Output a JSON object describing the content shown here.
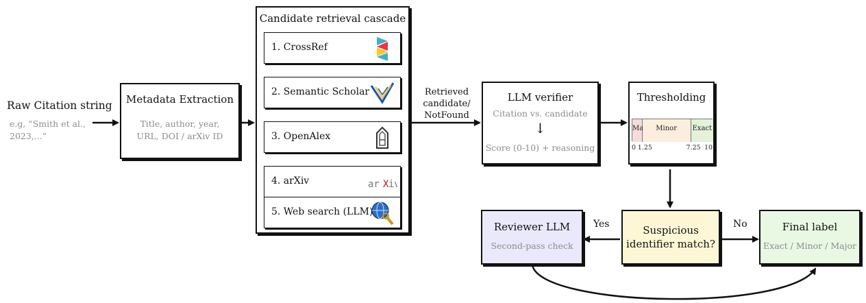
{
  "input": {
    "label": "Raw Citation string",
    "example": "e.g, “Smith et al., 2023,...”"
  },
  "extraction": {
    "title": "Metadata Extraction",
    "detail": "Title, author, year, URL, DOI / arXiv ID"
  },
  "cascade": {
    "title": "Candidate retrieval cascade",
    "items": [
      {
        "label": "1. CrossRef",
        "icon": "crossref-icon"
      },
      {
        "label": "2. Semantic Scholar",
        "icon": "semantic-scholar-icon"
      },
      {
        "label": "3. OpenAlex",
        "icon": "openalex-icon"
      },
      {
        "label": "4. arXiv",
        "icon": "arxiv-icon"
      },
      {
        "label": "5. Web search (LLM)",
        "icon": "web-search-icon"
      }
    ]
  },
  "edge_retrieved": {
    "line1": "Retrieved",
    "line2": "candidate/",
    "line3": "NotFound"
  },
  "verifier": {
    "title": "LLM verifier",
    "line1": "Citation vs. candidate",
    "arrow": "↓",
    "line2": "Score (0-10) + reasoning"
  },
  "thresholding": {
    "title": "Thresholding",
    "segments": [
      {
        "label": "Major",
        "color": "#f6dcdc"
      },
      {
        "label": "Minor",
        "color": "#fbeedd"
      },
      {
        "label": "Exact",
        "color": "#e3f2d9"
      }
    ],
    "ticks": [
      "0",
      "1.25",
      "7.25",
      "10"
    ]
  },
  "suspicious": {
    "line1": "Suspicious",
    "line2": "identifier match?",
    "color": "#fdf7d6"
  },
  "reviewer": {
    "title": "Reviewer LLM",
    "detail": "Second-pass check",
    "color": "#e9e9fb"
  },
  "final": {
    "title": "Final label",
    "detail": "Exact / Minor / Major",
    "color": "#e8f8e3"
  },
  "edge_labels": {
    "yes": "Yes",
    "no": "No"
  }
}
